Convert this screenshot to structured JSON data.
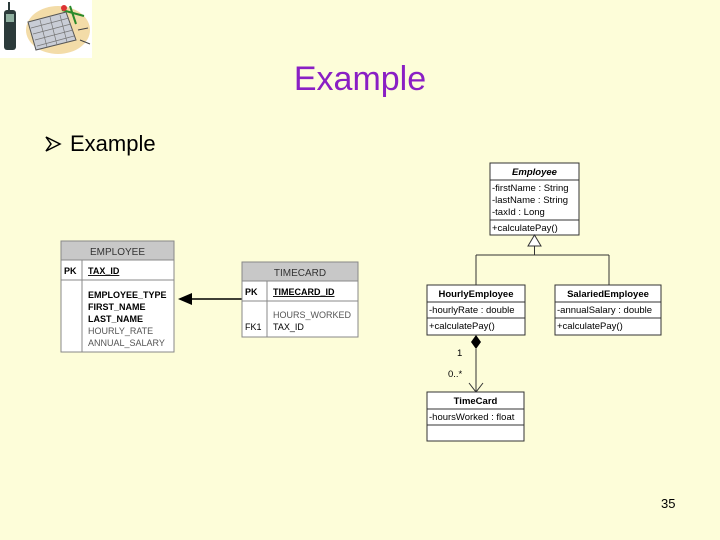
{
  "slide": {
    "title": "Example",
    "bullet": "Example",
    "page_number": "35"
  },
  "er": {
    "employee": {
      "name": "EMPLOYEE",
      "pk_label": "PK",
      "pk": "TAX_ID",
      "attributes": [
        "EMPLOYEE_TYPE",
        "FIRST_NAME",
        "LAST_NAME",
        "HOURLY_RATE",
        "ANNUAL_SALARY"
      ]
    },
    "timecard": {
      "name": "TIMECARD",
      "pk_label": "PK",
      "pk": "TIMECARD_ID",
      "fk_label": "FK1",
      "attributes": [
        "HOURS_WORKED",
        "TAX_ID"
      ]
    }
  },
  "uml": {
    "employee": {
      "name": "Employee",
      "attributes": [
        "-firstName : String",
        "-lastName : String",
        "-taxId : Long"
      ],
      "methods": [
        "+calculatePay()"
      ]
    },
    "hourly": {
      "name": "HourlyEmployee",
      "attributes": [
        "-hourlyRate : double"
      ],
      "methods": [
        "+calculatePay()"
      ]
    },
    "salaried": {
      "name": "SalariedEmployee",
      "attributes": [
        "-annualSalary : double"
      ],
      "methods": [
        "+calculatePay()"
      ]
    },
    "timecard": {
      "name": "TimeCard",
      "attributes": [
        "-hoursWorked : float"
      ],
      "methods": []
    },
    "multiplicity_one": "1",
    "multiplicity_many": "0..*"
  },
  "icons": [
    "phone-icon",
    "keyboard-icon",
    "bullet-arrow-icon"
  ]
}
